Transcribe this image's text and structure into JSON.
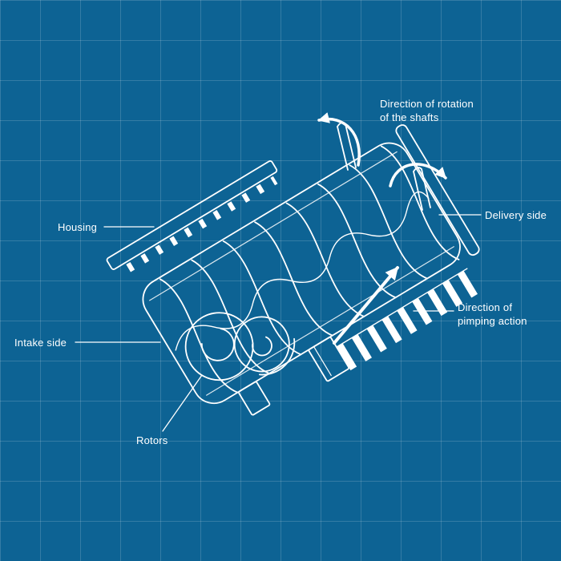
{
  "scene": {
    "background_color": "#0d6394",
    "grid_color": "rgba(255,255,255,0.16)",
    "line_color": "#ffffff"
  },
  "labels": {
    "rotation": "Direction of rotation\nof the shafts",
    "delivery": "Delivery side",
    "housing": "Housing",
    "pumping": "Direction of\npimping action",
    "intake": "Intake side",
    "rotors": "Rotors"
  }
}
